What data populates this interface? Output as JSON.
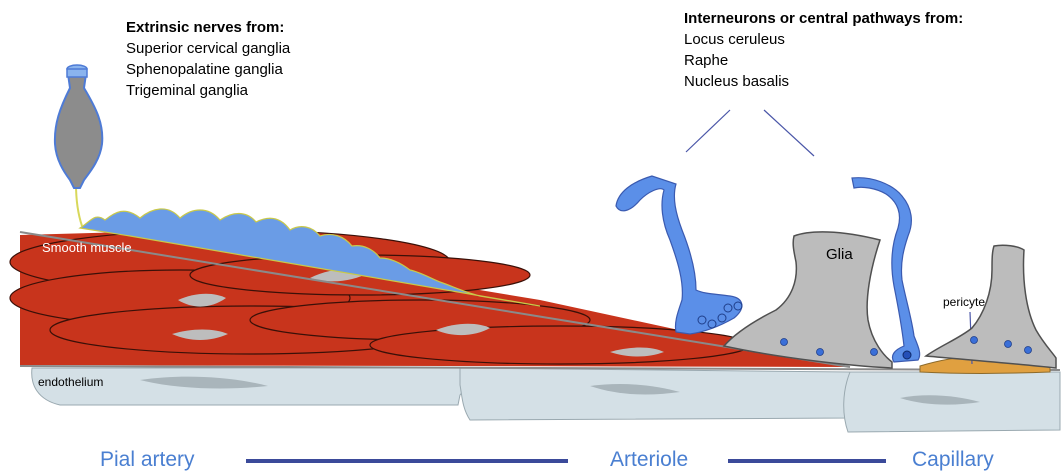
{
  "extrinsic": {
    "title": "Extrinsic nerves from:",
    "items": [
      "Superior cervical ganglia",
      "Sphenopalatine ganglia",
      "Trigeminal ganglia"
    ]
  },
  "interneurons": {
    "title": "Interneurons or central pathways from:",
    "items": [
      "Locus ceruleus",
      "Raphe",
      "Nucleus basalis"
    ]
  },
  "labels": {
    "smooth_muscle": "Smooth muscle",
    "endothelium": "endothelium",
    "glia": "Glia",
    "pericyte": "pericyte"
  },
  "vessel_axis": {
    "pial": "Pial artery",
    "arteriole": "Arteriole",
    "capillary": "Capillary"
  },
  "colors": {
    "muscle": "#c8341c",
    "neuron_blue": "#5b8fe8",
    "glia_gray": "#b9b9b9",
    "endothelium": "#d4e0e6",
    "pericyte": "#e0a040",
    "axis_text": "#4a7fd1",
    "axis_line": "#3b4a9a"
  }
}
